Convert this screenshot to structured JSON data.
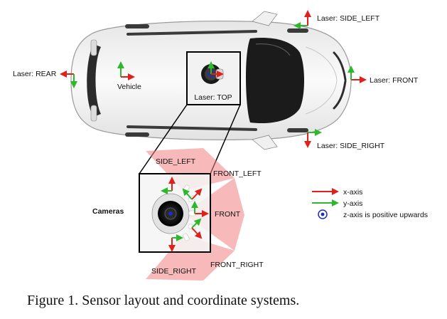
{
  "labels": {
    "laser_side_left": "Laser: SIDE_LEFT",
    "laser_rear": "Laser: REAR",
    "vehicle": "Vehicle",
    "laser_top": "Laser: TOP",
    "laser_front": "Laser: FRONT",
    "laser_side_right": "Laser: SIDE_RIGHT",
    "cam_side_left": "SIDE_LEFT",
    "cam_front_left": "FRONT_LEFT",
    "cam_front": "FRONT",
    "cam_side_right": "SIDE_RIGHT",
    "cam_front_right": "FRONT_RIGHT",
    "cameras": "Cameras"
  },
  "legend": {
    "x_axis": "x-axis",
    "y_axis": "y-axis",
    "z_axis": "z-axis is positive upwards",
    "x_color": "#e0201b",
    "y_color": "#2db82d",
    "z_color": "#1a2fbf"
  },
  "caption": "Figure 1. Sensor layout and coordinate systems."
}
